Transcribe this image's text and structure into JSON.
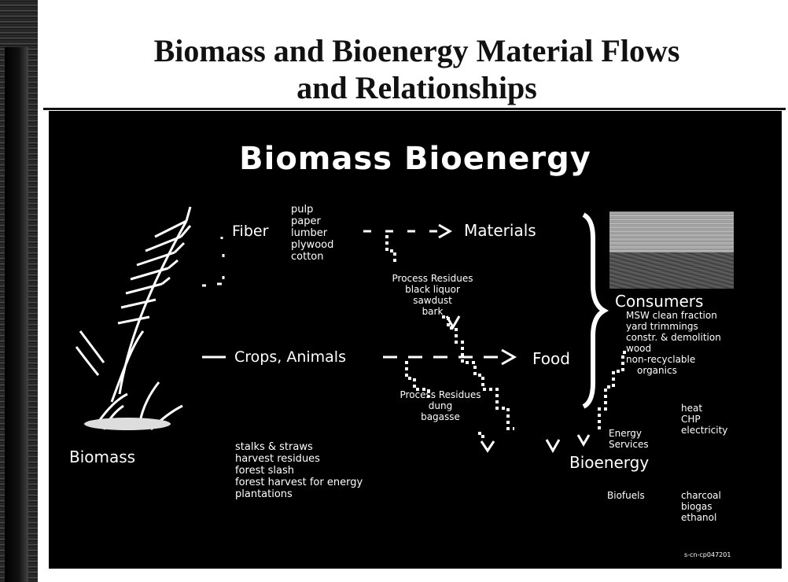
{
  "header": {
    "title_line1": "Biomass and Bioenergy Material Flows",
    "title_line2": "and Relationships"
  },
  "slide": {
    "title": "Biomass Bioenergy",
    "biomass_label": "Biomass",
    "fiber_label": "Fiber",
    "fiber_products": [
      "pulp",
      "paper",
      "lumber",
      "plywood",
      "cotton"
    ],
    "materials_label": "Materials",
    "process_residues_1": [
      "Process Residues",
      "black liquor",
      "sawdust",
      "bark"
    ],
    "crops_animals_label": "Crops, Animals",
    "food_label": "Food",
    "process_residues_2": [
      "Process Residues",
      "dung",
      "bagasse"
    ],
    "consumers_label": "Consumers",
    "consumer_wastes": [
      "MSW clean fraction",
      "yard trimmings",
      "constr. & demolition",
      "wood",
      "non-recyclable",
      "organics"
    ],
    "energy_services": [
      "Energy",
      "Services"
    ],
    "energy_outputs": [
      "heat",
      "CHP",
      "electricity"
    ],
    "bioenergy_label": "Bioenergy",
    "biofuels_label": "Biofuels",
    "biofuel_products": [
      "charcoal",
      "biogas",
      "ethanol"
    ],
    "residue_sources": [
      "stalks & straws",
      "harvest residues",
      "forest slash",
      "forest harvest for energy",
      "plantations"
    ],
    "image_code": "s-cn-cp047201"
  }
}
